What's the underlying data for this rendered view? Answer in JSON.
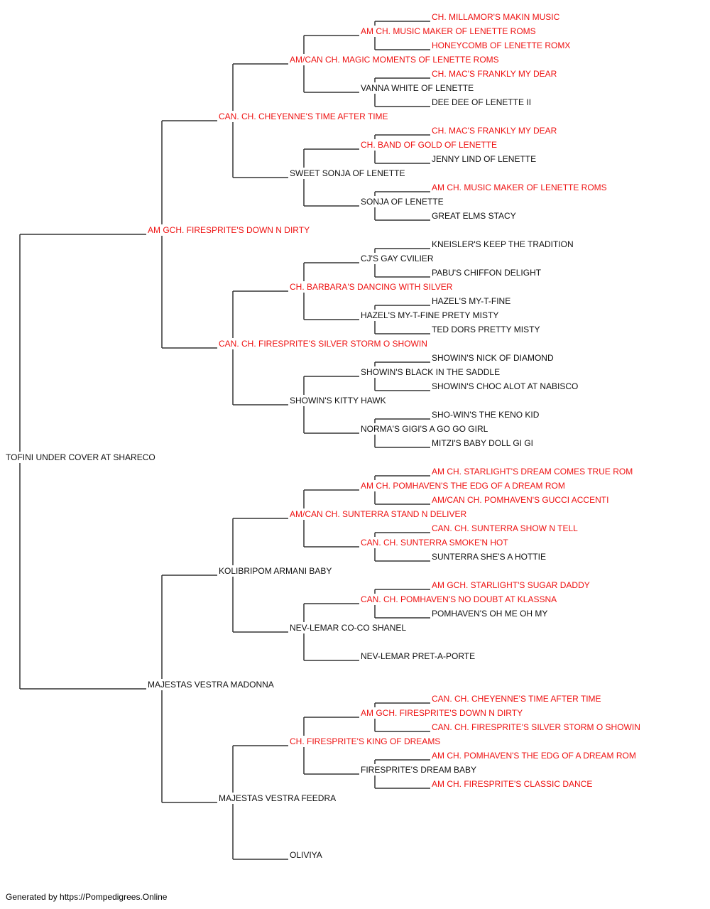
{
  "colors": {
    "champion": "#ee1111",
    "normal": "#111111",
    "connector": "#333333"
  },
  "pedigree": {
    "name": "TOFINI UNDER COVER AT SHARECO",
    "champion": false,
    "sire": {
      "name": "AM GCH. FIRESPRITE'S DOWN N DIRTY",
      "champion": true,
      "sire": {
        "name": "CAN. CH. CHEYENNE'S TIME AFTER TIME",
        "champion": true,
        "sire": {
          "name": "AM/CAN CH. MAGIC MOMENTS OF LENETTE ROMS",
          "champion": true,
          "sire": {
            "name": "AM CH. MUSIC MAKER OF LENETTE ROMS",
            "champion": true,
            "sire": {
              "name": "CH. MILLAMOR'S MAKIN MUSIC",
              "champion": true
            },
            "dam": {
              "name": "HONEYCOMB OF LENETTE ROMX",
              "champion": true
            }
          },
          "dam": {
            "name": "VANNA WHITE OF LENETTE",
            "champion": false,
            "sire": {
              "name": "CH. MAC'S FRANKLY MY DEAR",
              "champion": true
            },
            "dam": {
              "name": "DEE DEE OF LENETTE II",
              "champion": false
            }
          }
        },
        "dam": {
          "name": "SWEET SONJA OF LENETTE",
          "champion": false,
          "sire": {
            "name": "CH. BAND OF GOLD OF LENETTE",
            "champion": true,
            "sire": {
              "name": "CH. MAC'S FRANKLY MY DEAR",
              "champion": true
            },
            "dam": {
              "name": "JENNY LIND OF LENETTE",
              "champion": false
            }
          },
          "dam": {
            "name": "SONJA OF LENETTE",
            "champion": false,
            "sire": {
              "name": "AM CH. MUSIC MAKER OF LENETTE ROMS",
              "champion": true
            },
            "dam": {
              "name": "GREAT ELMS STACY",
              "champion": false
            }
          }
        }
      },
      "dam": {
        "name": "CAN. CH. FIRESPRITE'S SILVER STORM O SHOWIN",
        "champion": true,
        "sire": {
          "name": "CH. BARBARA'S DANCING WITH SILVER",
          "champion": true,
          "sire": {
            "name": "CJ'S GAY CVILIER",
            "champion": false,
            "sire": {
              "name": "KNEISLER'S KEEP THE TRADITION",
              "champion": false
            },
            "dam": {
              "name": "PABU'S CHIFFON DELIGHT",
              "champion": false
            }
          },
          "dam": {
            "name": "HAZEL'S MY-T-FINE PRETY MISTY",
            "champion": false,
            "sire": {
              "name": "HAZEL'S MY-T-FINE",
              "champion": false
            },
            "dam": {
              "name": "TED DORS PRETTY MISTY",
              "champion": false
            }
          }
        },
        "dam": {
          "name": "SHOWIN'S KITTY HAWK",
          "champion": false,
          "sire": {
            "name": "SHOWIN'S BLACK IN THE SADDLE",
            "champion": false,
            "sire": {
              "name": "SHOWIN'S NICK OF DIAMOND",
              "champion": false
            },
            "dam": {
              "name": "SHOWIN'S CHOC ALOT AT NABISCO",
              "champion": false
            }
          },
          "dam": {
            "name": "NORMA'S GIGI'S A GO GO GIRL",
            "champion": false,
            "sire": {
              "name": "SHO-WIN'S THE KENO KID",
              "champion": false
            },
            "dam": {
              "name": "MITZI'S BABY DOLL GI GI",
              "champion": false
            }
          }
        }
      }
    },
    "dam": {
      "name": "MAJESTAS VESTRA MADONNA",
      "champion": false,
      "sire": {
        "name": "KOLIBRIPOM ARMANI BABY",
        "champion": false,
        "sire": {
          "name": "AM/CAN CH. SUNTERRA STAND N DELIVER",
          "champion": true,
          "sire": {
            "name": "AM CH. POMHAVEN'S THE EDG OF A DREAM ROM",
            "champion": true,
            "sire": {
              "name": "AM CH. STARLIGHT'S DREAM COMES TRUE ROM",
              "champion": true
            },
            "dam": {
              "name": "AM/CAN CH. POMHAVEN'S GUCCI ACCENTI",
              "champion": true
            }
          },
          "dam": {
            "name": "CAN. CH. SUNTERRA SMOKE'N HOT",
            "champion": true,
            "sire": {
              "name": "CAN. CH. SUNTERRA SHOW N TELL",
              "champion": true
            },
            "dam": {
              "name": "SUNTERRA SHE'S A HOTTIE",
              "champion": false
            }
          }
        },
        "dam": {
          "name": "NEV-LEMAR CO-CO SHANEL",
          "champion": false,
          "sire": {
            "name": "CAN. CH. POMHAVEN'S NO DOUBT AT KLASSNA",
            "champion": true,
            "sire": {
              "name": "AM GCH. STARLIGHT'S SUGAR DADDY",
              "champion": true
            },
            "dam": {
              "name": "POMHAVEN'S OH ME OH MY",
              "champion": false
            }
          },
          "dam": {
            "name": "NEV-LEMAR PRET-A-PORTE",
            "champion": false
          }
        }
      },
      "dam": {
        "name": "MAJESTAS VESTRA FEEDRA",
        "champion": false,
        "sire": {
          "name": "CH. FIRESPRITE'S KING OF DREAMS",
          "champion": true,
          "sire": {
            "name": "AM GCH. FIRESPRITE'S DOWN N DIRTY",
            "champion": true,
            "sire": {
              "name": "CAN. CH. CHEYENNE'S TIME AFTER TIME",
              "champion": true
            },
            "dam": {
              "name": "CAN. CH. FIRESPRITE'S SILVER STORM O SHOWIN",
              "champion": true
            }
          },
          "dam": {
            "name": "FIRESPRITE'S DREAM BABY",
            "champion": false,
            "sire": {
              "name": "AM CH. POMHAVEN'S THE EDG OF A DREAM ROM",
              "champion": true
            },
            "dam": {
              "name": "AM CH. FIRESPRITE'S CLASSIC DANCE",
              "champion": true
            }
          }
        },
        "dam": {
          "name": "OLIVIYA",
          "champion": false
        }
      }
    }
  },
  "footer": "Generated by https://Pompedigrees.Online"
}
